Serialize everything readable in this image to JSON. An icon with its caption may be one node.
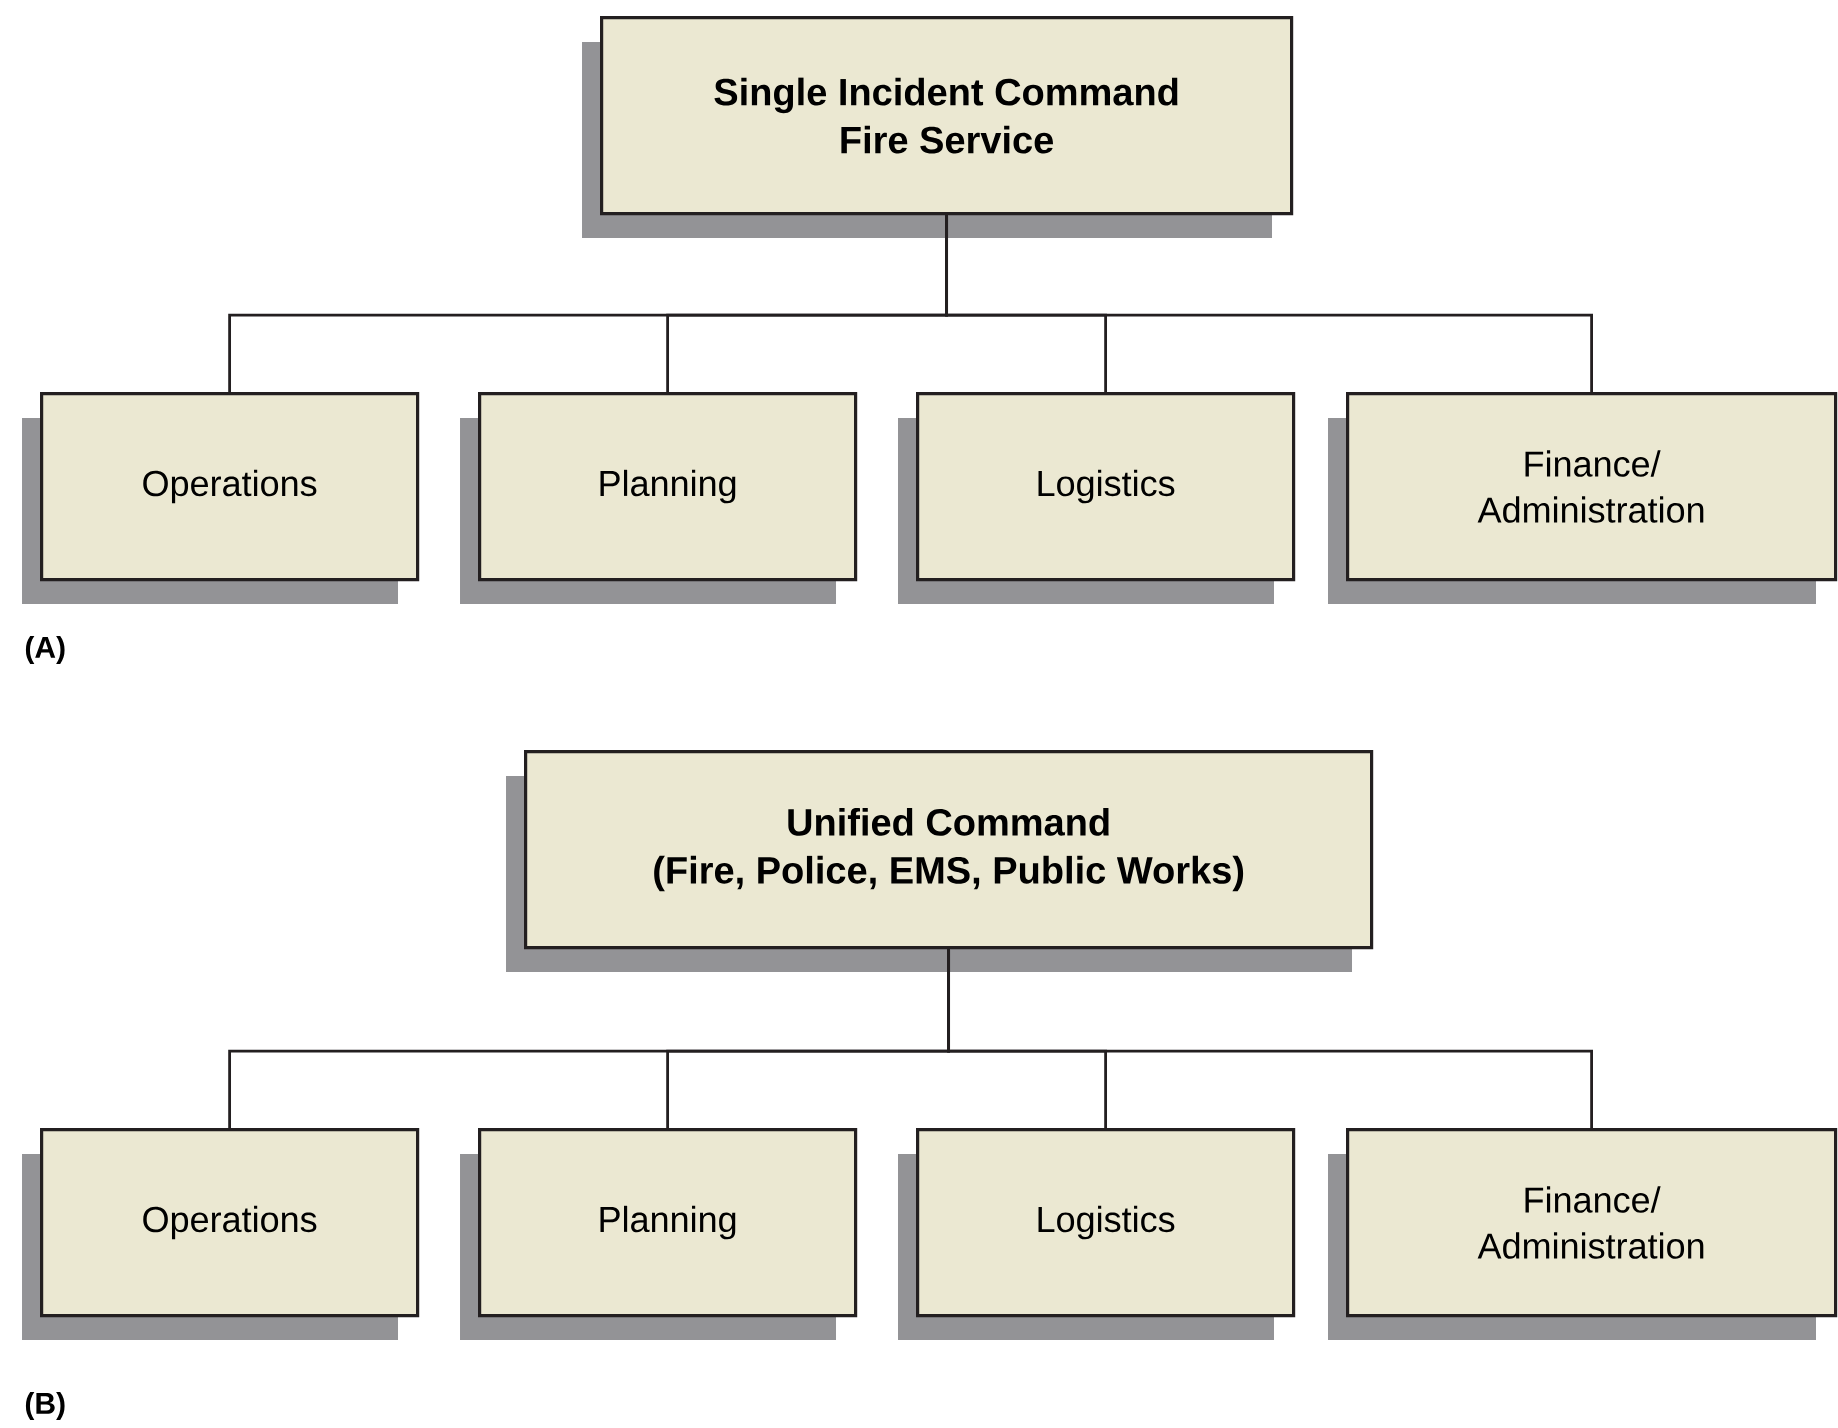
{
  "diagram": {
    "nodes": [
      {
        "text": [
          "Single Incident Command",
          "Fire Service"
        ]
      },
      {
        "text": [
          "Operations"
        ]
      },
      {
        "text": [
          "Planning"
        ]
      },
      {
        "text": [
          "Logistics"
        ]
      },
      {
        "text": [
          "Finance/ Administration"
        ]
      },
      {
        "text": [
          "Unified Command",
          "(Fire, Police, EMS, Public Works)"
        ]
      },
      {
        "text": [
          "Operations"
        ]
      },
      {
        "text": [
          "Planning"
        ]
      },
      {
        "text": [
          "Logistics"
        ]
      },
      {
        "text": [
          "Finance/ Administration"
        ]
      }
    ],
    "edges": [
      {
        "from": 0,
        "to": 1,
        "arrow": "none"
      },
      {
        "from": 0,
        "to": 2,
        "arrow": "none"
      },
      {
        "from": 0,
        "to": 3,
        "arrow": "none"
      },
      {
        "from": 0,
        "to": 4,
        "arrow": "none"
      },
      {
        "from": 5,
        "to": 6,
        "arrow": "none"
      },
      {
        "from": 5,
        "to": 7,
        "arrow": "none"
      },
      {
        "from": 5,
        "to": 8,
        "arrow": "none"
      },
      {
        "from": 5,
        "to": 9,
        "arrow": "none"
      }
    ],
    "labels": [
      "(A)",
      "(B)"
    ]
  }
}
